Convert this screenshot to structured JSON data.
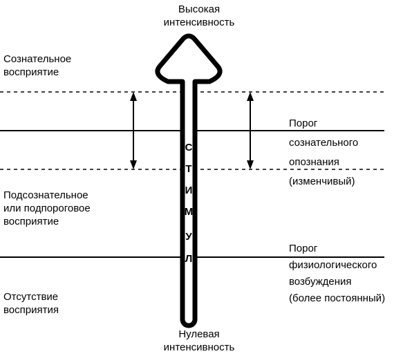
{
  "top_label": [
    "Высокая",
    "интенсивность"
  ],
  "bottom_label": [
    "Нулевая",
    "интенсивность"
  ],
  "zones": {
    "conscious": [
      "Сознательное",
      "восприятие"
    ],
    "subconscious": [
      "Подсознательное",
      "или подпороговое",
      "восприятие"
    ],
    "absence": [
      "Отсутствие",
      "восприятия"
    ]
  },
  "thresholds": {
    "conscious": [
      "Порог",
      "сознательного",
      "опознания",
      "(изменчивый)"
    ],
    "physiological": [
      "Порог",
      "физиологического",
      "возбуждения",
      "(более постоянный)"
    ]
  },
  "stimulus_letters": [
    "С",
    "Т",
    "И",
    "М",
    "У",
    "Л"
  ],
  "colors": {
    "ink": "#000000",
    "background": "#ffffff"
  }
}
